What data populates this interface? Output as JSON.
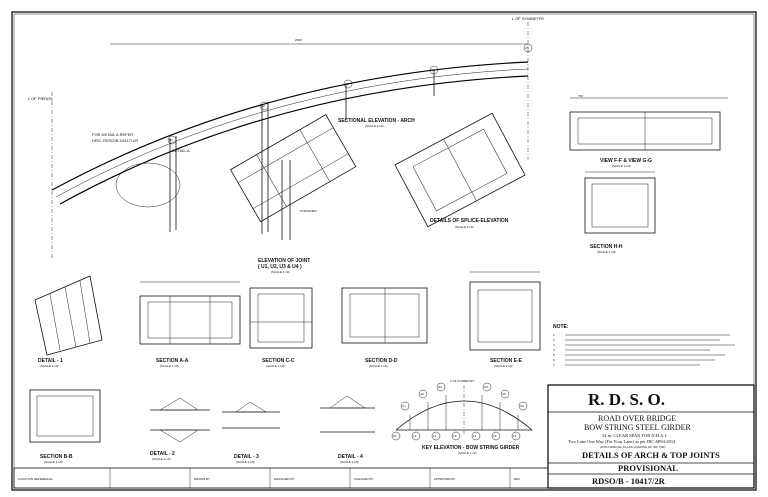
{
  "top_axis": {
    "label": "L OF SYMMETRY",
    "span": "2900"
  },
  "pier_axis": {
    "label": "L OF PIER(S)"
  },
  "splice_note": {
    "line1": "FOR DETAIL A REFER",
    "line2": "DRG. RDSO/B-10417/1/R"
  },
  "detail_a_label": "DETAIL-A",
  "stiffener_label": "STIFFENER",
  "titles": {
    "sectional_elevation": "SECTIONAL ELEVATION - ARCH",
    "elevation_of_joint_1": "ELEVATION OF JOINT",
    "elevation_of_joint_2": "( U1, U2, U3 & U4 )",
    "splice_elevation": "DETAILS OF SPLICE-ELEVATION",
    "view_fg": "VIEW F-F & VIEW G-G",
    "section_hh": "SECTION H-H",
    "detail_1": "DETAIL - 1",
    "section_aa": "SECTION A-A",
    "section_cc": "SECTION C-C",
    "section_dd": "SECTION D-D",
    "section_ee": "SECTION E-E",
    "section_bb": "SECTION B-B",
    "detail_2": "DETAIL - 2",
    "detail_3": "DETAIL - 3",
    "detail_4": "DETAIL - 4",
    "key_elevation": "KEY ELEVATION - BOW STRING GIRDER"
  },
  "scale_label": "(SCALE 1:10)",
  "note": {
    "heading": "NOTE:",
    "items": [
      "1.",
      "2.",
      "3.",
      "4.",
      "5.",
      "6.",
      "7."
    ]
  },
  "key_elevation": {
    "top_label": "L OF SYMMETRY",
    "upper_nodes": [
      "U1",
      "U2",
      "U3",
      "U4",
      "U5",
      "U6"
    ],
    "lower_nodes": [
      "L0",
      "L1",
      "L2",
      "L3",
      "L4",
      "L5",
      "L6"
    ]
  },
  "title_block": {
    "org": "R. D. S. O.",
    "line1": "ROAD OVER BRIDGE",
    "line2": "BOW STRING STEEL GIRDER",
    "line3": "54 m. CLEAR SPAN FOR N.H.A.I.",
    "line4": "Two Lane One Way (For Four Lane) as per IRC:6P94-2014",
    "line5": "(WITH SPECIAL CLASS LOADING OF IRC 70R)",
    "line6": "DETAILS OF ARCH & TOP JOINTS",
    "status": "PROVISIONAL",
    "drawing_no": "RDSO/B - 10417/2R"
  },
  "bottom_strip": {
    "cell1": "LOCATION REFERENCE",
    "cell2": "",
    "cell3": "DRAWN BY",
    "cell4": "DESIGNED BY",
    "cell5": "CHECKED BY",
    "cell6": "APPROVED BY",
    "cell7": "REV"
  }
}
